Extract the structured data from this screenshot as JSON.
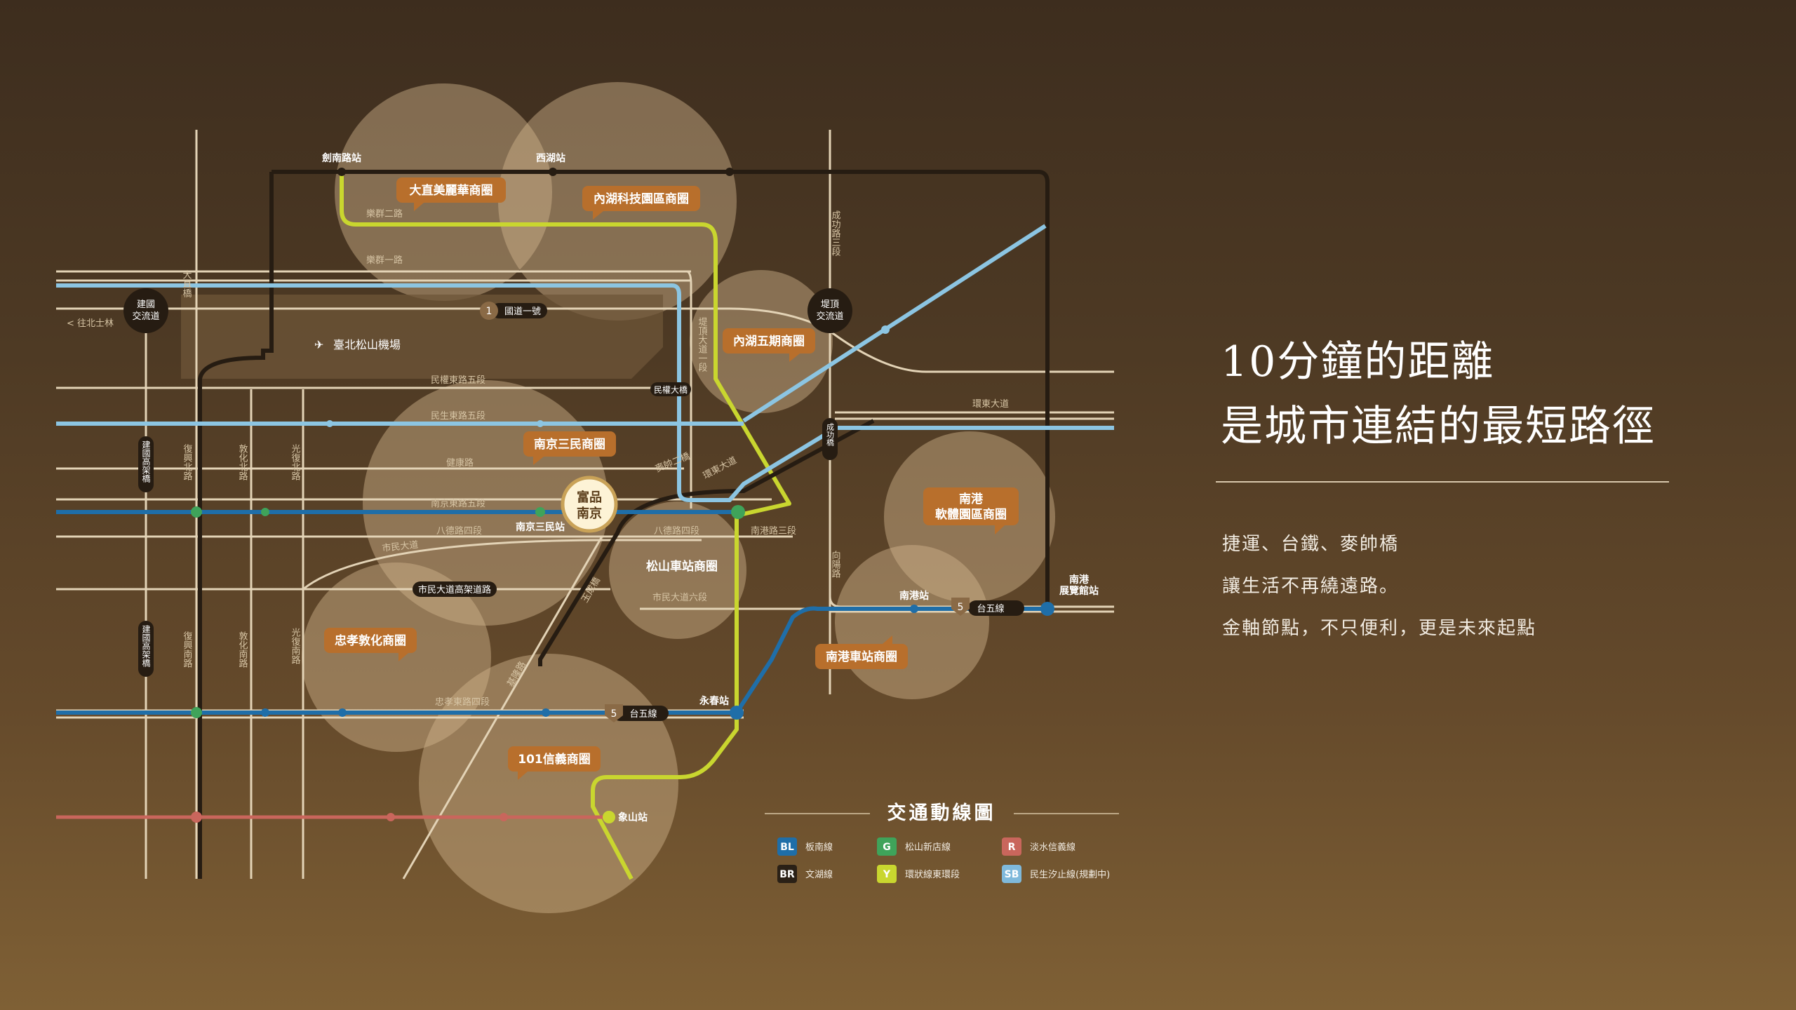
{
  "headline": {
    "line1": "10分鐘的距離",
    "line2": "是城市連結的最短路徑"
  },
  "description": {
    "line1": "捷運、台鐵、麥帥橋",
    "line2": "讓生活不再繞遠路。",
    "line3": "金軸節點，不只便利，更是未來起點"
  },
  "project": {
    "line1": "富品",
    "line2": "南京"
  },
  "stations": {
    "jiannan": "劍南路站",
    "xihu": "西湖站",
    "nanjing_sanmin": "南京三民站",
    "yongchun": "永春站",
    "xiangshan": "象山站",
    "nangang": "南港站",
    "nangang_exhibition_1": "南港",
    "nangang_exhibition_2": "展覽館站"
  },
  "areas": {
    "dazhi": "大直美麗華商圈",
    "neihu_tech": "內湖科技園區商圈",
    "neihu_5": "內湖五期商圈",
    "nanjing_sanmin": "南京三民商圈",
    "nangang_soft_1": "南港",
    "nangang_soft_2": "軟體園區商圈",
    "songshan_station": "松山車站商圈",
    "zhongxiao_dunhua": "忠孝敦化商圈",
    "nangang_station": "南港車站商圈",
    "xinyi_101": "101信義商圈"
  },
  "roads": {
    "lequn2": "樂群二路",
    "lequn1": "樂群一路",
    "minquan_e5": "民權東路五段",
    "minsheng_e5": "民生東路五段",
    "jiankang": "健康路",
    "nanjing_e5": "南京東路五段",
    "bade4": "八德路四段",
    "bade4b": "八德路四段",
    "nangang3": "南港路三段",
    "civic_blvd": "市民大道",
    "civic_blvd6": "市民大道六段",
    "civic_elevated": "市民大道高架道路",
    "zhongxiao_e4": "忠孝東路四段",
    "huandong": "環東大道",
    "huandong_diag": "環東大道",
    "chenggong3": "成功路三段",
    "chenggong_bridge": "成功橋",
    "xiangyang": "向陽路",
    "dike_blvd": "堤頂大道一段",
    "keelung": "基隆路",
    "xinyang": "玉成橋",
    "dazhi_bridge": "大直橋",
    "minquan_bridge": "民權大橋",
    "macarthur": "麥帥二橋",
    "jianguo_n_elev": "建國高架橋",
    "jianguo_s_elev": "建國高架橋",
    "fuxing_n": "復興北路",
    "fuxing_s": "復興南路",
    "dunhua_n": "敦化北路",
    "dunhua_s": "敦化南路",
    "guangfu_n": "光復北路",
    "guangfu_s": "光復南路",
    "airport": "臺北松山機場",
    "freeway_name": "國道一號",
    "freeway_no": "1",
    "prov5_no": "5",
    "prov5": "台五線",
    "to_shilin": "< 往北士林",
    "jianguo_ic_1": "建國",
    "jianguo_ic_2": "交流道",
    "dike_ic_1": "堤頂",
    "dike_ic_2": "交流道"
  },
  "legend": {
    "title": "交通動線圖",
    "items": [
      {
        "code": "BL",
        "label": "板南線",
        "color": "#1f6ea8"
      },
      {
        "code": "G",
        "label": "松山新店線",
        "color": "#3fa35a"
      },
      {
        "code": "R",
        "label": "淡水信義線",
        "color": "#c9665c"
      },
      {
        "code": "BR",
        "label": "文湖線",
        "color": "#2a2016"
      },
      {
        "code": "Y",
        "label": "環狀線東環段",
        "color": "#c9d62f"
      },
      {
        "code": "SB",
        "label": "民生汐止線(規劃中)",
        "color": "#7fb9db"
      }
    ]
  },
  "colors": {
    "road": "#e3d3b6",
    "brown_line": "#261c12",
    "yellow_line": "#c9d62f",
    "blue_line": "#1f6ea8",
    "light_blue_line": "#8cc5e2",
    "red_line": "#c9665c",
    "bubble": "#d2b68e",
    "label_bg": "#b86f2c",
    "headline": "#ffffff"
  }
}
